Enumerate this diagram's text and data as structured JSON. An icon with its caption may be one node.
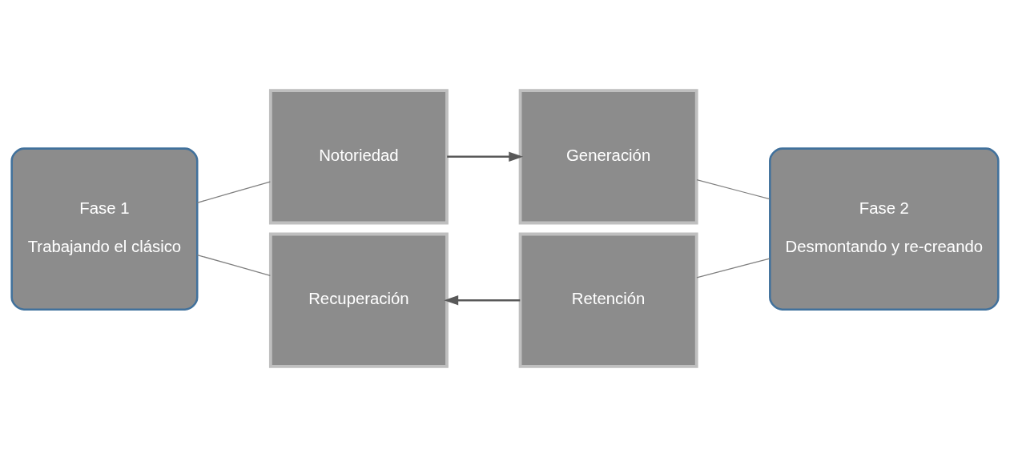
{
  "diagram": {
    "nodes": [
      {
        "text": [
          "Fase 1",
          "Trabajando el clásico"
        ]
      },
      {
        "text": [
          "Notoriedad"
        ]
      },
      {
        "text": [
          "Generación"
        ]
      },
      {
        "text": [
          "Fase 2",
          "Desmontando y re-creando"
        ]
      },
      {
        "text": [
          "Recuperación"
        ]
      },
      {
        "text": [
          "Retención"
        ]
      }
    ],
    "edges": [
      {
        "from": 0,
        "to": 1,
        "arrow": "none"
      },
      {
        "from": 0,
        "to": 4,
        "arrow": "none"
      },
      {
        "from": 2,
        "to": 3,
        "arrow": "none"
      },
      {
        "from": 5,
        "to": 3,
        "arrow": "none"
      },
      {
        "from": 1,
        "to": 2,
        "arrow": "to"
      },
      {
        "from": 5,
        "to": 4,
        "arrow": "to"
      }
    ]
  }
}
